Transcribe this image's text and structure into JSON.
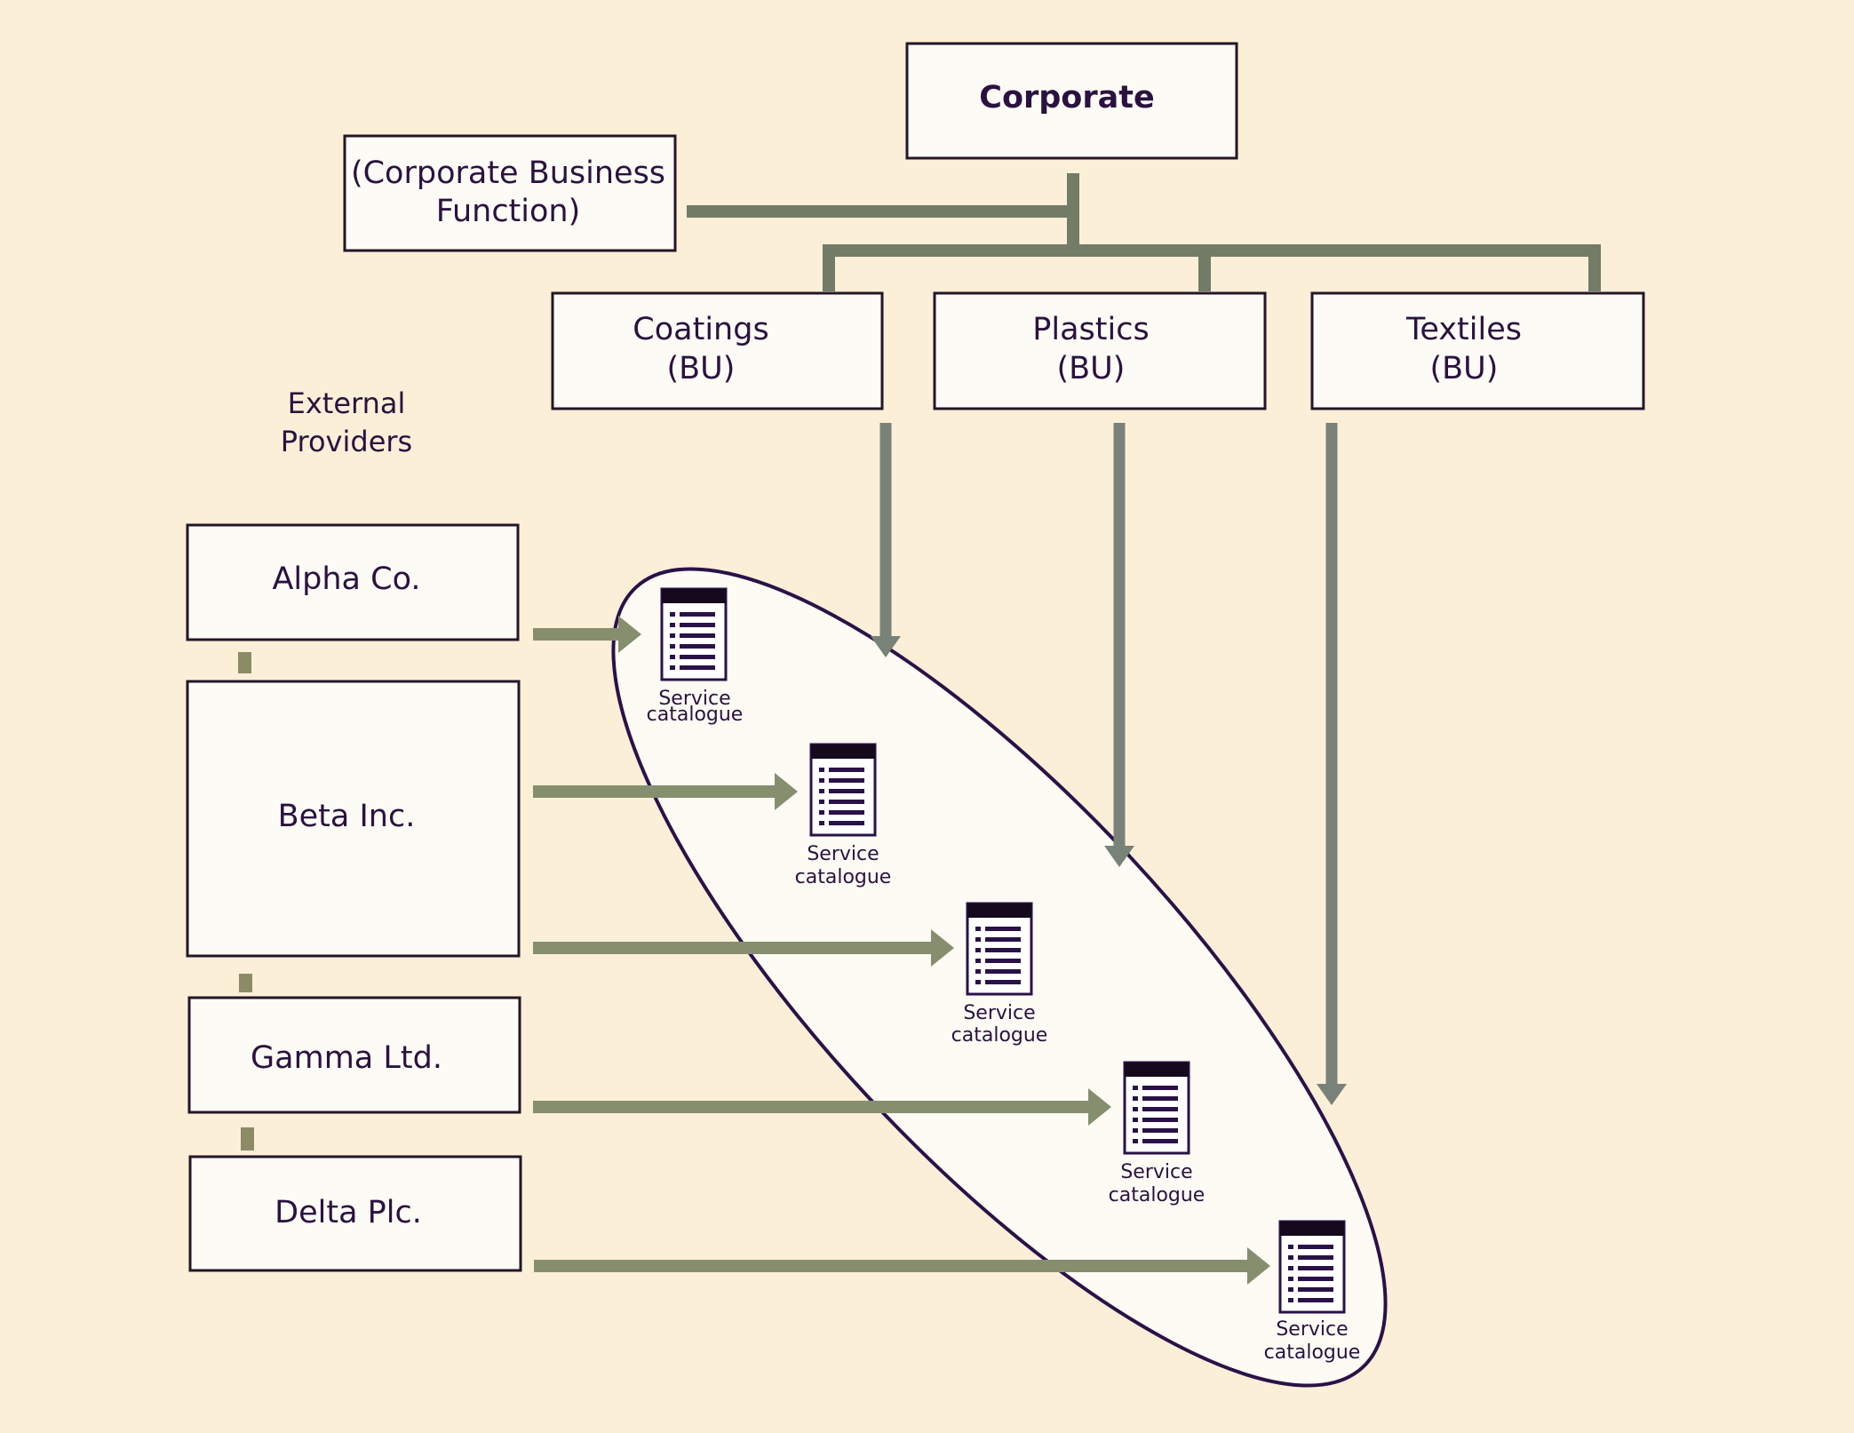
{
  "corporate": {
    "label": "Corporate"
  },
  "corporate_function": {
    "line1": "(Corporate Business",
    "line2": "Function)"
  },
  "business_units": [
    {
      "name": "Coatings",
      "tag": "(BU)"
    },
    {
      "name": "Plastics",
      "tag": "(BU)"
    },
    {
      "name": "Textiles",
      "tag": "(BU)"
    }
  ],
  "external_providers": {
    "line1": "External",
    "line2": "Providers"
  },
  "providers": [
    {
      "name": "Alpha Co."
    },
    {
      "name": "Beta Inc."
    },
    {
      "name": "Gamma Ltd."
    },
    {
      "name": "Delta Plc."
    }
  ],
  "catalogues": [
    {
      "line1": "Service",
      "line2": "catalogue"
    },
    {
      "line1": "Service",
      "line2": "catalogue"
    },
    {
      "line1": "Service",
      "line2": "catalogue"
    },
    {
      "line1": "Service",
      "line2": "catalogue"
    },
    {
      "line1": "Service",
      "line2": "catalogue"
    }
  ],
  "colors": {
    "background": "#fcefd8",
    "box_fill": "#fdfbf5",
    "text": "#2a1240",
    "connector": "#727c67",
    "arrow": "#858f6e"
  }
}
